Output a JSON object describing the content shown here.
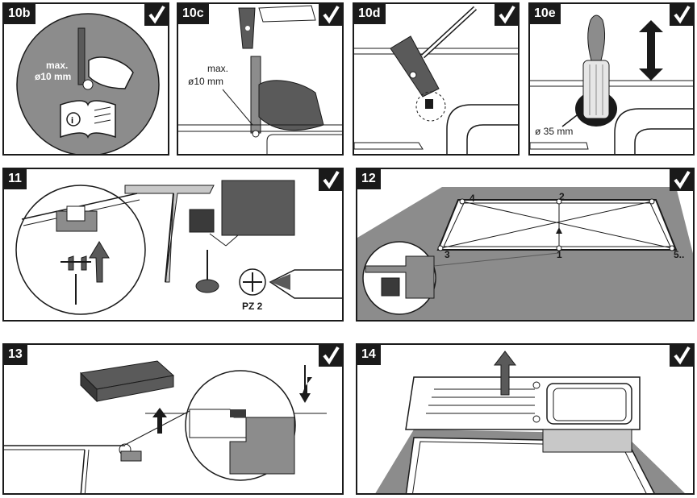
{
  "panels": {
    "p10b": {
      "step": "10b",
      "label_line1": "max.",
      "label_line2": "ø10 mm"
    },
    "p10c": {
      "step": "10c",
      "label_line1": "max.",
      "label_line2": "ø10 mm"
    },
    "p10d": {
      "step": "10d"
    },
    "p10e": {
      "step": "10e",
      "label": "ø 35 mm"
    },
    "p11": {
      "step": "11",
      "tool_label": "PZ 2"
    },
    "p12": {
      "step": "12",
      "points": [
        "4",
        "2",
        "3",
        "1",
        "5.."
      ]
    },
    "p13": {
      "step": "13"
    },
    "p14": {
      "step": "14"
    }
  },
  "colors": {
    "frame": "#1a1a1a",
    "gray": "#8c8c8c",
    "light_gray": "#c8c8c8",
    "dark": "#3a3a3a"
  }
}
